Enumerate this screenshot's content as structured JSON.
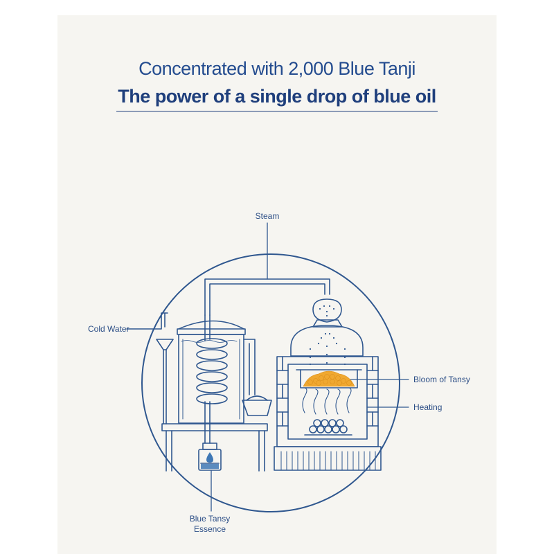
{
  "header": {
    "subtitle": "Concentrated with 2,000 Blue Tanji",
    "title": "The power of a single drop of blue oil"
  },
  "diagram": {
    "labels": {
      "steam": "Steam",
      "cold_water": "Cold Water",
      "bloom": "Bloom of Tansy",
      "heating": "Heating",
      "essence_line1": "Blue Tansy",
      "essence_line2": "Essence"
    },
    "colors": {
      "line": "#2f578f",
      "accent_blue": "#3f78b5",
      "flower": "#f0a830",
      "background": "#f6f5f1"
    }
  }
}
